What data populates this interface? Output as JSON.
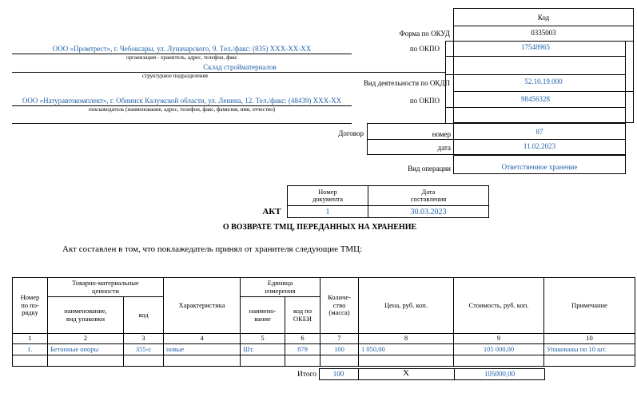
{
  "codes": {
    "header": "Код",
    "okud_label": "Форма по ОКУД",
    "okud": "0335003",
    "okpo_label": "по ОКПО",
    "okpo_keeper": "17548965",
    "okdp_label": "Вид деятельности по ОКДП",
    "okdp": "52.10.19.000",
    "okpo_bailor": "98456328",
    "contract_label": "Договор",
    "number_label": "номер",
    "contract_number": "87",
    "date_label": "дата",
    "contract_date": "11.02.2023",
    "operation_label": "Вид операции",
    "operation": "Ответственное хранение"
  },
  "parties": {
    "keeper": "ООО «Промтрест», г. Чебоксары, ул. Луначарского, 9. Тел./факс: (835) XXX-XX-XX",
    "keeper_caption": "организация - хранитель, адрес, телефон, факс",
    "department": "Склад стройматериалов",
    "department_caption": "структурное подразделение",
    "bailor": "ООО «Натуравтокомплект», г. Обнинск Калужской области, ул. Ленина, 12. Тел./факс: (48439) XXX-XX",
    "bailor_caption": "поклажедатель (наименование, адрес, телефон, факс, фамилия, имя, отчество)"
  },
  "act": {
    "label": "АКТ",
    "doc_number_header_1": "Номер",
    "doc_number_header_2": "документа",
    "doc_date_header_1": "Дата",
    "doc_date_header_2": "составления",
    "doc_number": "1",
    "doc_date": "30.03.2023",
    "title": "О ВОЗВРАТЕ ТМЦ, ПЕРЕДАННЫХ НА ХРАНЕНИЕ",
    "statement": "Акт составлен в том, что поклажедатель принял от хранителя следующие ТМЦ:"
  },
  "table": {
    "h_num_1": "Номер",
    "h_num_2": "по по-",
    "h_num_3": "рядку",
    "h_goods_1": "Товарно-материальные",
    "h_goods_2": "ценности",
    "h_name_1": "наименование,",
    "h_name_2": "вид упаковки",
    "h_code": "код",
    "h_char": "Характеристика",
    "h_unit_1": "Единица",
    "h_unit_2": "измерения",
    "h_unit_name_1": "наимено-",
    "h_unit_name_2": "вание",
    "h_okei_1": "код по",
    "h_okei_2": "ОКЕИ",
    "h_qty_1": "Количе-",
    "h_qty_2": "ство",
    "h_qty_3": "(масса)",
    "h_price": "Цена, руб. коп.",
    "h_cost": "Стоимость, руб. коп.",
    "h_note": "Примечание",
    "col_numbers": [
      "1",
      "2",
      "3",
      "4",
      "5",
      "6",
      "7",
      "8",
      "9",
      "10"
    ],
    "row": {
      "num": "1.",
      "name": "Бетонные опоры",
      "code": "355-с",
      "char": "новые",
      "unit": "Шт.",
      "okei": "879",
      "qty": "100",
      "price": "1 050,00",
      "cost": "105 000,00",
      "note": "Упакованы по 10 шт."
    },
    "total_label": "Итого",
    "total_qty": "100",
    "total_price": "Х",
    "total_cost": "105000,00"
  }
}
